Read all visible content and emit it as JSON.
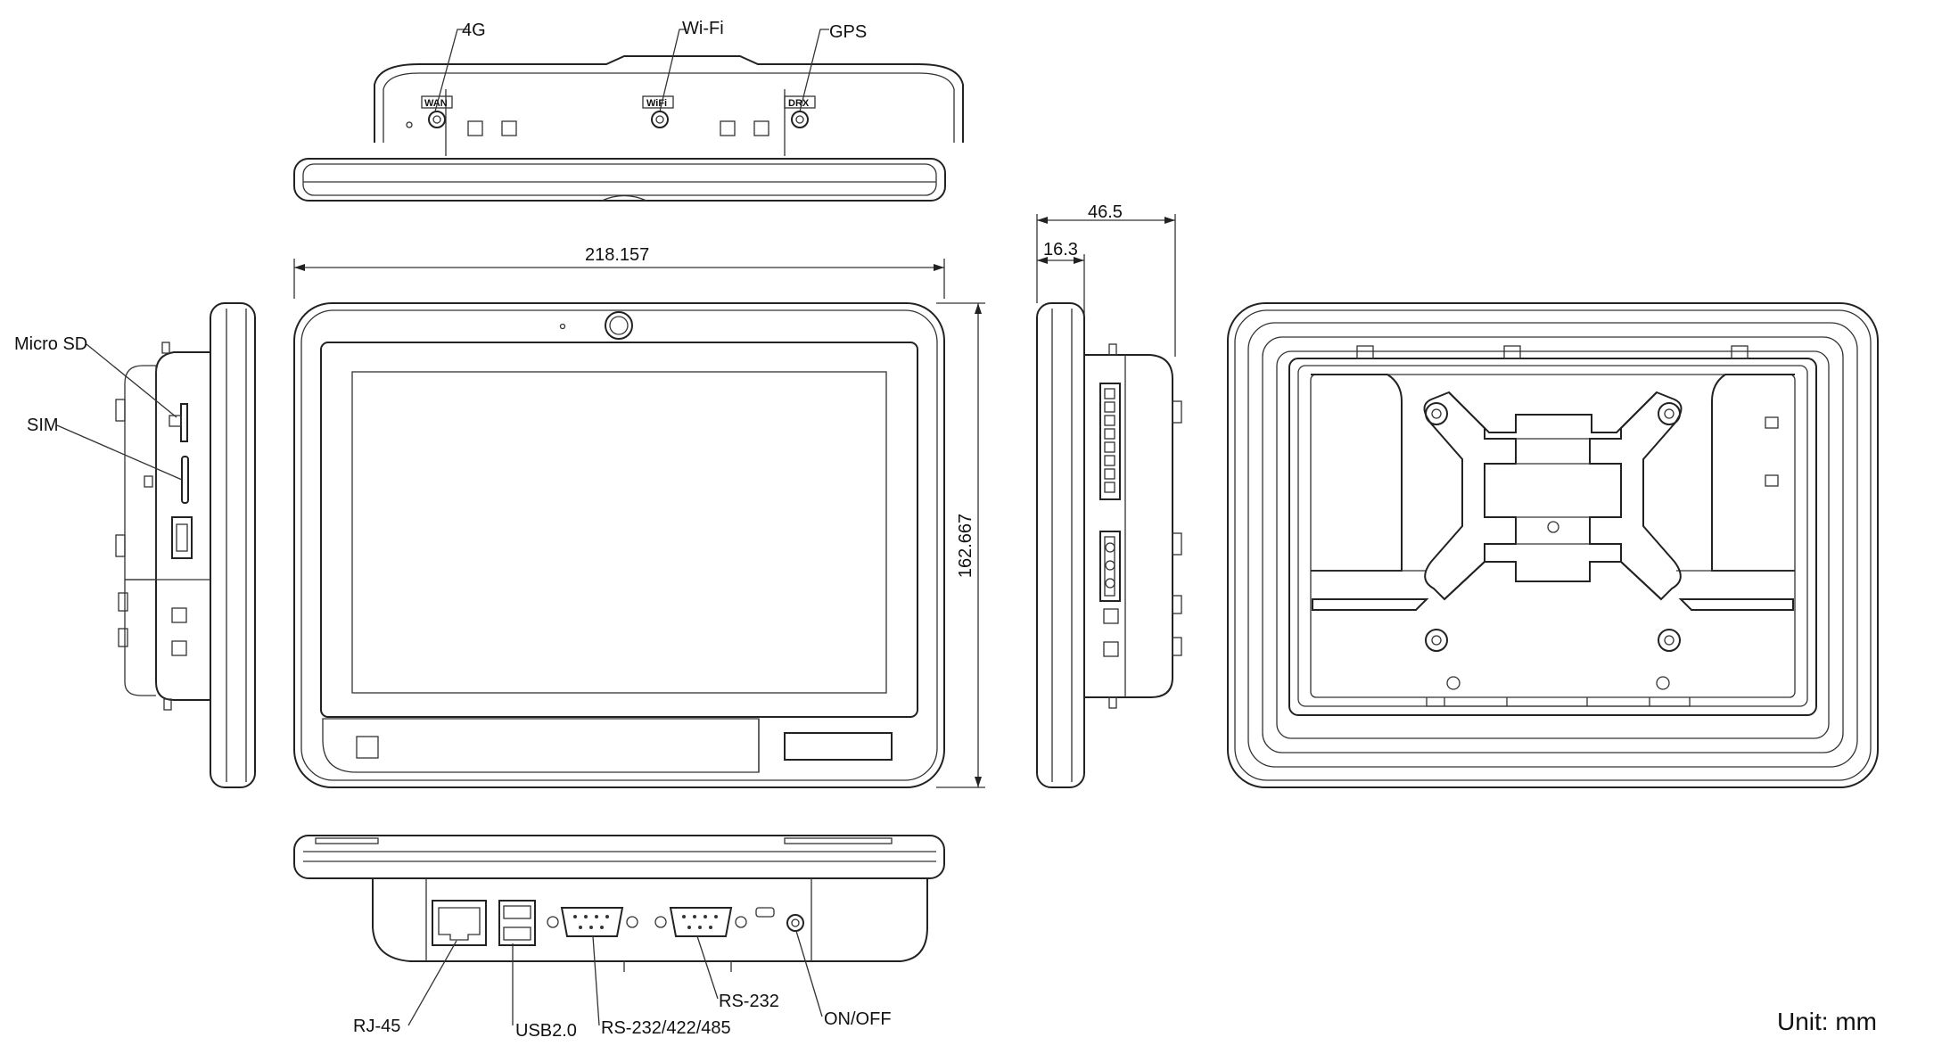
{
  "labels": {
    "g4": "4G",
    "wifi": "Wi-Fi",
    "gps": "GPS",
    "wan": "WAN",
    "wifi_port": "WiFi",
    "drx": "DRX",
    "micro_sd": "Micro SD",
    "sim": "SIM",
    "rj45": "RJ-45",
    "usb": "USB2.0",
    "rs232_422_485": "RS-232/422/485",
    "rs232": "RS-232",
    "onoff": "ON/OFF"
  },
  "dimensions": {
    "width": "218.157",
    "height": "162.667",
    "depth_total": "46.5",
    "depth_bezel": "16.3"
  },
  "unit": "Unit: mm"
}
